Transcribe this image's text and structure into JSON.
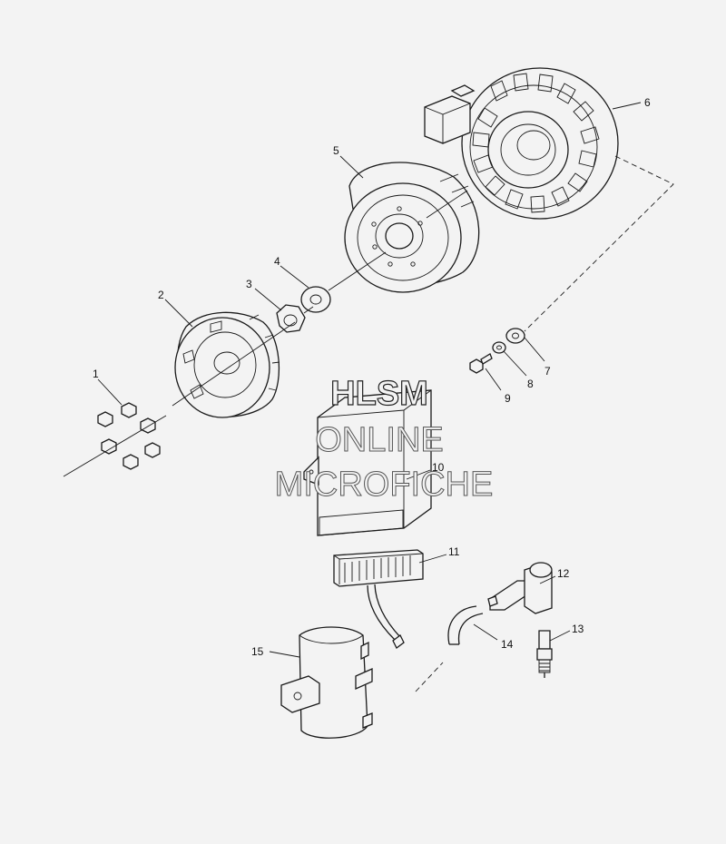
{
  "callouts": [
    {
      "id": "1",
      "label": "1"
    },
    {
      "id": "2",
      "label": "2"
    },
    {
      "id": "3",
      "label": "3"
    },
    {
      "id": "4",
      "label": "4"
    },
    {
      "id": "5",
      "label": "5"
    },
    {
      "id": "6",
      "label": "6"
    },
    {
      "id": "7",
      "label": "7"
    },
    {
      "id": "8",
      "label": "8"
    },
    {
      "id": "9",
      "label": "9"
    },
    {
      "id": "10",
      "label": "10"
    },
    {
      "id": "11",
      "label": "11"
    },
    {
      "id": "12",
      "label": "12"
    },
    {
      "id": "13",
      "label": "13"
    },
    {
      "id": "14",
      "label": "14"
    },
    {
      "id": "15",
      "label": "15"
    }
  ],
  "watermark": {
    "line1": "HLSM",
    "line2": "ONLINE",
    "line3": "MICROFICHE"
  }
}
